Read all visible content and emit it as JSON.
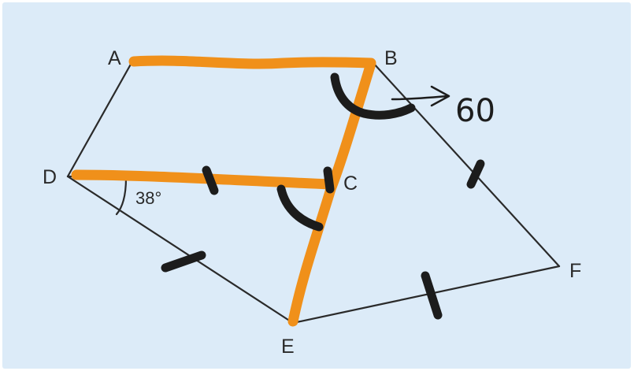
{
  "diagram": {
    "background_color": "#dcebf8",
    "line_color": "#2a2a2a",
    "highlight_color": "#f0901a",
    "marker_color": "#1c1c1c",
    "points": {
      "A": "A",
      "B": "B",
      "C": "C",
      "D": "D",
      "E": "E",
      "F": "F"
    },
    "angle_label": "38°",
    "annotation": {
      "arrow": "→",
      "text": "60"
    }
  }
}
